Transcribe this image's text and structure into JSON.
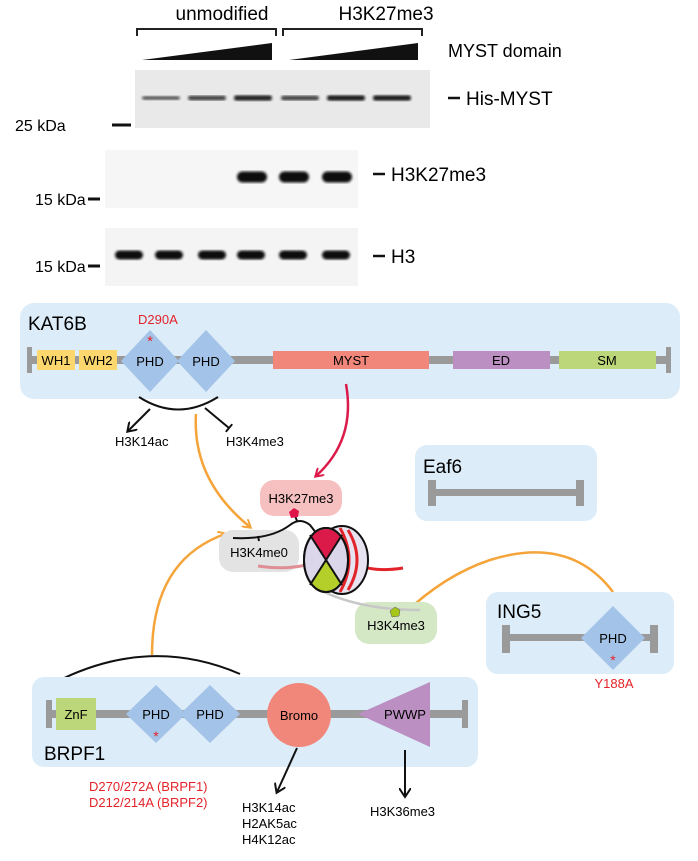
{
  "blot": {
    "groups": [
      "unmodified",
      "H3K27me3"
    ],
    "titration_label": "MYST domain",
    "panels": [
      {
        "label": "His-MYST",
        "marker": "25 kDa",
        "bands": [
          0.35,
          0.55,
          0.8,
          0.55,
          0.85,
          0.85
        ]
      },
      {
        "label": "H3K27me3",
        "marker": "15 kDa",
        "bands": [
          0,
          0,
          0,
          1,
          1,
          1
        ]
      },
      {
        "label": "H3",
        "marker": "15 kDa",
        "bands": [
          1,
          1,
          1,
          1,
          1,
          1
        ]
      }
    ]
  },
  "kat6b": {
    "name": "KAT6B",
    "mutation": "D290A",
    "domains": [
      {
        "label": "WH1",
        "color": "#fcd76e"
      },
      {
        "label": "WH2",
        "color": "#fcd76e"
      },
      {
        "label": "PHD",
        "color": "#a3c4e8"
      },
      {
        "label": "PHD",
        "color": "#a3c4e8"
      },
      {
        "label": "MYST",
        "color": "#f0877a"
      },
      {
        "label": "ED",
        "color": "#bb8fc2"
      },
      {
        "label": "SM",
        "color": "#bcd67a"
      }
    ],
    "readouts": [
      "H3K14ac",
      "H3K4me3"
    ]
  },
  "eaf6": {
    "name": "Eaf6"
  },
  "ing5": {
    "name": "ING5",
    "domain": "PHD",
    "mutation": "Y188A"
  },
  "nucleosome": {
    "marks": [
      {
        "label": "H3K27me3",
        "color": "#f6c0c0"
      },
      {
        "label": "H3K4me0",
        "color": "#e3e3e3"
      },
      {
        "label": "H3K4me3",
        "color": "#d5e8c6"
      }
    ]
  },
  "brpf1": {
    "name": "BRPF1",
    "domains": [
      "ZnF",
      "PHD",
      "PHD",
      "Bromo",
      "PWWP"
    ],
    "mutations": [
      "D270/272A (BRPF1)",
      "D212/214A (BRPF2)"
    ],
    "bromo_targets": [
      "H3K14ac",
      "H2AK5ac",
      "H4K12ac"
    ],
    "pwwp_target": "H3K36me3"
  },
  "colors": {
    "panel_bg": "#dcedf9",
    "backbone": "#9a9a9a",
    "mutation_red": "#e3232a",
    "arrow_orange": "#f5a43a",
    "arrow_crimson": "#dc1a4a"
  }
}
